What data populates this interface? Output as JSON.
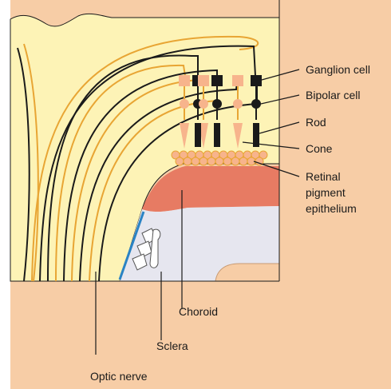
{
  "labels": {
    "ganglion_cell": "Ganglion cell",
    "bipolar_cell": "Bipolar cell",
    "rod": "Rod",
    "cone": "Cone",
    "rpe_line1": "Retinal",
    "rpe_line2": "pigment",
    "rpe_line3": "epithelium",
    "choroid": "Choroid",
    "sclera": "Sclera",
    "optic_nerve": "Optic nerve"
  },
  "colors": {
    "retina": "#fdf3b6",
    "background": "#f7cda6",
    "choroid": "#e77b63",
    "sclera": "#e6e6ef",
    "fiber": "#e8a534",
    "cone": "#f7b48c",
    "vessel": "#2a83c4",
    "stroke": "#1a1a1a"
  }
}
